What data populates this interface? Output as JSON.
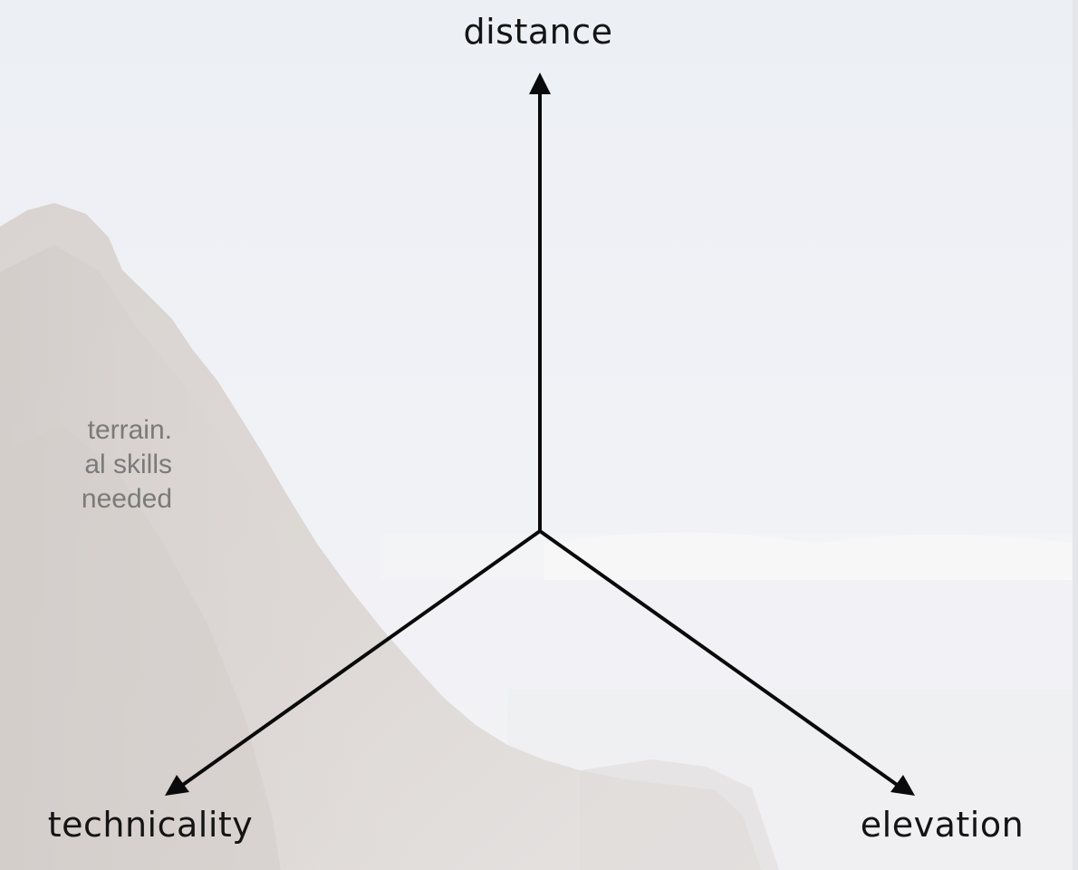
{
  "diagram": {
    "axes": {
      "top": {
        "label": "distance"
      },
      "bottom_left": {
        "label": "technicality"
      },
      "bottom_right": {
        "label": "elevation"
      }
    },
    "side_text_lines": [
      "terrain.",
      "al skills",
      "needed"
    ]
  },
  "colors": {
    "axis_stroke": "#0a0a0a",
    "label_text": "#141414",
    "side_text": "#7a7a7a",
    "sky_top": "#eef0f5",
    "sky_mid": "#f2f3f7",
    "mountain": "#d8d3cf"
  }
}
